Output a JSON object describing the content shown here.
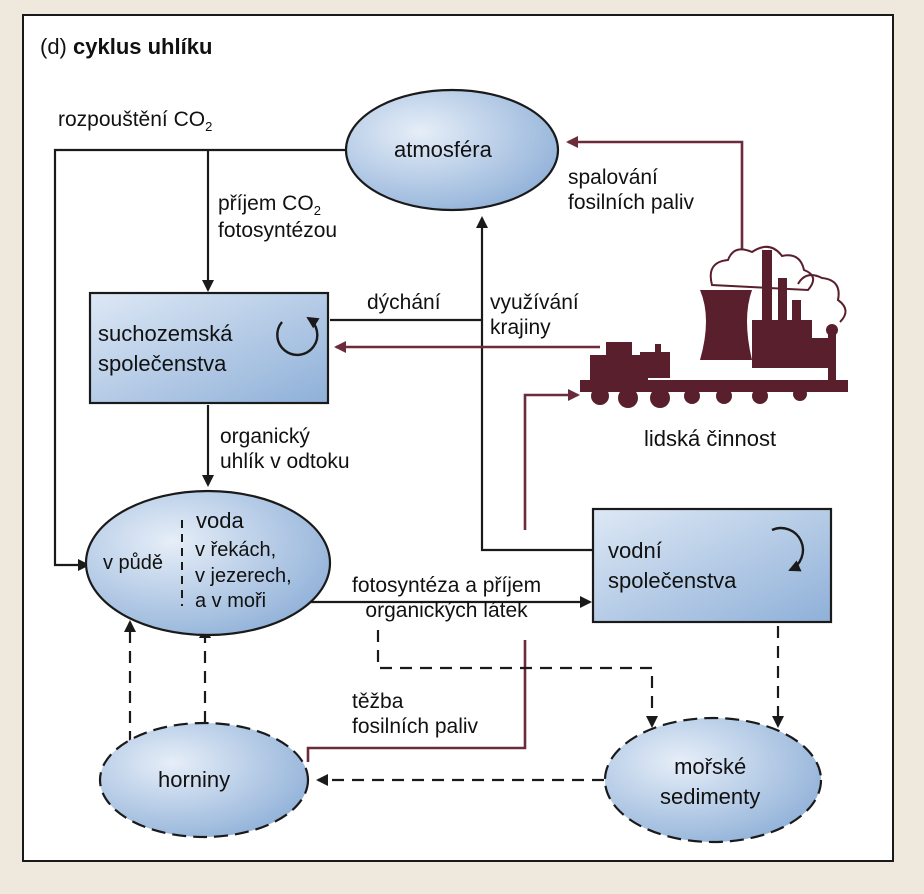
{
  "title": {
    "prefix": "(d)",
    "text": "cyklus uhlíku"
  },
  "nodes": {
    "atmosphere": "atmosféra",
    "terrestrial": [
      "suchozemská",
      "společenstva"
    ],
    "water": {
      "title": "voda",
      "soil": "v půdě",
      "places": [
        "v řekách,",
        "v jezerech,",
        "a v moři"
      ]
    },
    "aquatic": [
      "vodní",
      "společenstva"
    ],
    "rocks": "horniny",
    "sediments": [
      "mořské",
      "sedimenty"
    ],
    "human": "lidská činnost"
  },
  "labels": {
    "dissolution": {
      "text": "rozpouštění CO",
      "sub": "2"
    },
    "uptake": {
      "line1": "příjem CO",
      "sub": "2",
      "line2": "fotosyntézou"
    },
    "respiration": "dýchání",
    "land_use": [
      "využívání",
      "krajiny"
    ],
    "combustion": [
      "spalování",
      "fosilních paliv"
    ],
    "runoff": [
      "organický",
      "uhlík v odtoku"
    ],
    "photosynthesis": [
      "fotosyntéza a příjem",
      "organických látek"
    ],
    "mining": [
      "těžba",
      "fosilních paliv"
    ]
  },
  "colors": {
    "node_fill": "#a9c3e3",
    "node_fill_light": "#dbe7f5",
    "arrow": "#1a1a1a",
    "human_arrow": "#6b2b3a",
    "factory": "#5a1f2c"
  }
}
